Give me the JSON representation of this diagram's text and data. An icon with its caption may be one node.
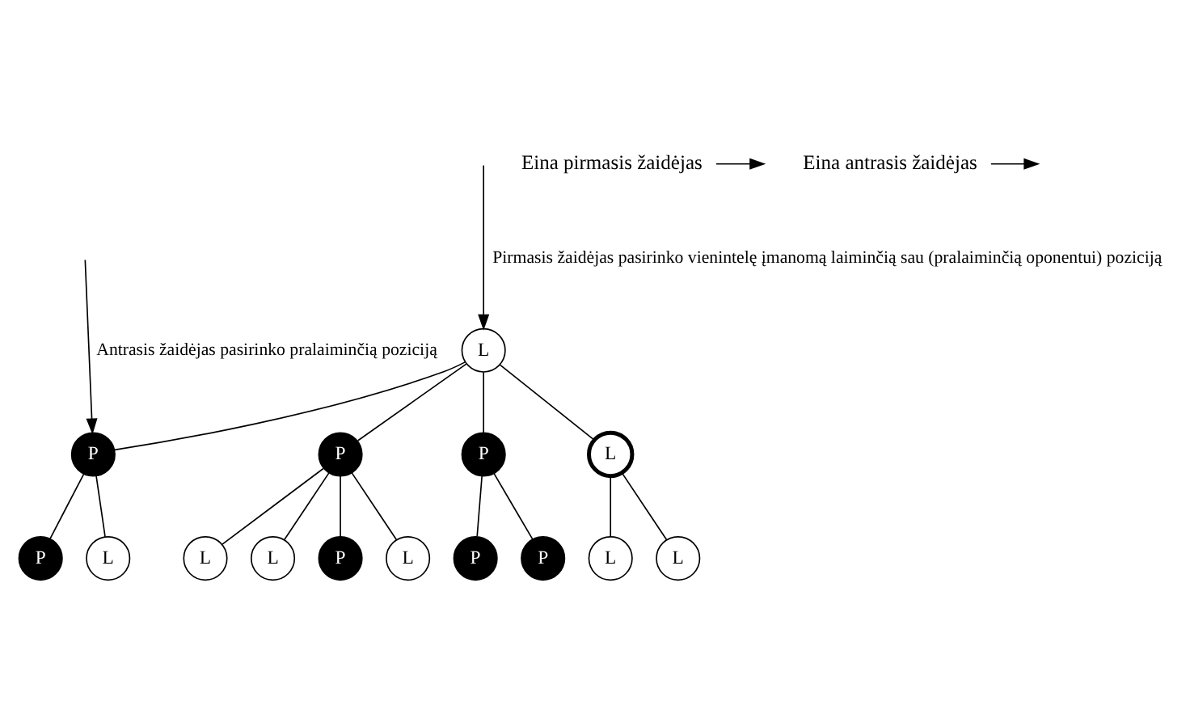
{
  "diagram": {
    "nodes": [
      {
        "text": [
          "L"
        ]
      },
      {
        "text": [
          "P"
        ]
      },
      {
        "text": [
          "P"
        ]
      },
      {
        "text": [
          "P"
        ]
      },
      {
        "text": [
          "L"
        ]
      },
      {
        "text": [
          "L"
        ]
      },
      {
        "text": [
          "L"
        ]
      },
      {
        "text": [
          "P"
        ]
      },
      {
        "text": [
          "L"
        ]
      },
      {
        "text": [
          "P"
        ]
      },
      {
        "text": [
          "L"
        ]
      },
      {
        "text": [
          "P"
        ]
      },
      {
        "text": [
          "P"
        ]
      },
      {
        "text": [
          "L"
        ]
      },
      {
        "text": [
          "L"
        ]
      },
      {
        "text": [
          "Eina pirmasis žaidėjas"
        ]
      },
      {
        "text": [
          "Eina antrasis žaidėjas"
        ]
      }
    ],
    "edges": [
      {
        "from": 0,
        "to": 1,
        "arrow": "none"
      },
      {
        "from": 0,
        "to": 2,
        "arrow": "none"
      },
      {
        "from": 0,
        "to": 3,
        "arrow": "none"
      },
      {
        "from": 0,
        "to": 4,
        "arrow": "none"
      },
      {
        "from": 1,
        "to": 5,
        "arrow": "none"
      },
      {
        "from": 1,
        "to": 6,
        "arrow": "none"
      },
      {
        "from": 1,
        "to": 7,
        "arrow": "none"
      },
      {
        "from": 1,
        "to": 8,
        "arrow": "none"
      },
      {
        "from": 2,
        "to": 9,
        "arrow": "none"
      },
      {
        "from": 2,
        "to": 10,
        "arrow": "none"
      },
      {
        "from": 3,
        "to": 11,
        "arrow": "none"
      },
      {
        "from": 3,
        "to": 12,
        "arrow": "none"
      },
      {
        "from": 4,
        "to": 13,
        "arrow": "none"
      },
      {
        "from": 4,
        "to": 14,
        "arrow": "none"
      },
      {
        "from": 15,
        "to": null,
        "arrow": "to"
      },
      {
        "from": 16,
        "to": null,
        "arrow": "to"
      },
      {
        "from": null,
        "to": 0,
        "arrow": "to",
        "label": "Pirmasis žaidėjas pasirinko vienintelę įmanomą laiminčią sau (pralaiminčią oponentui) poziciją"
      },
      {
        "from": null,
        "to": 2,
        "arrow": "to",
        "label": "Antrasis žaidėjas pasirinko pralaiminčią poziciją"
      }
    ]
  }
}
